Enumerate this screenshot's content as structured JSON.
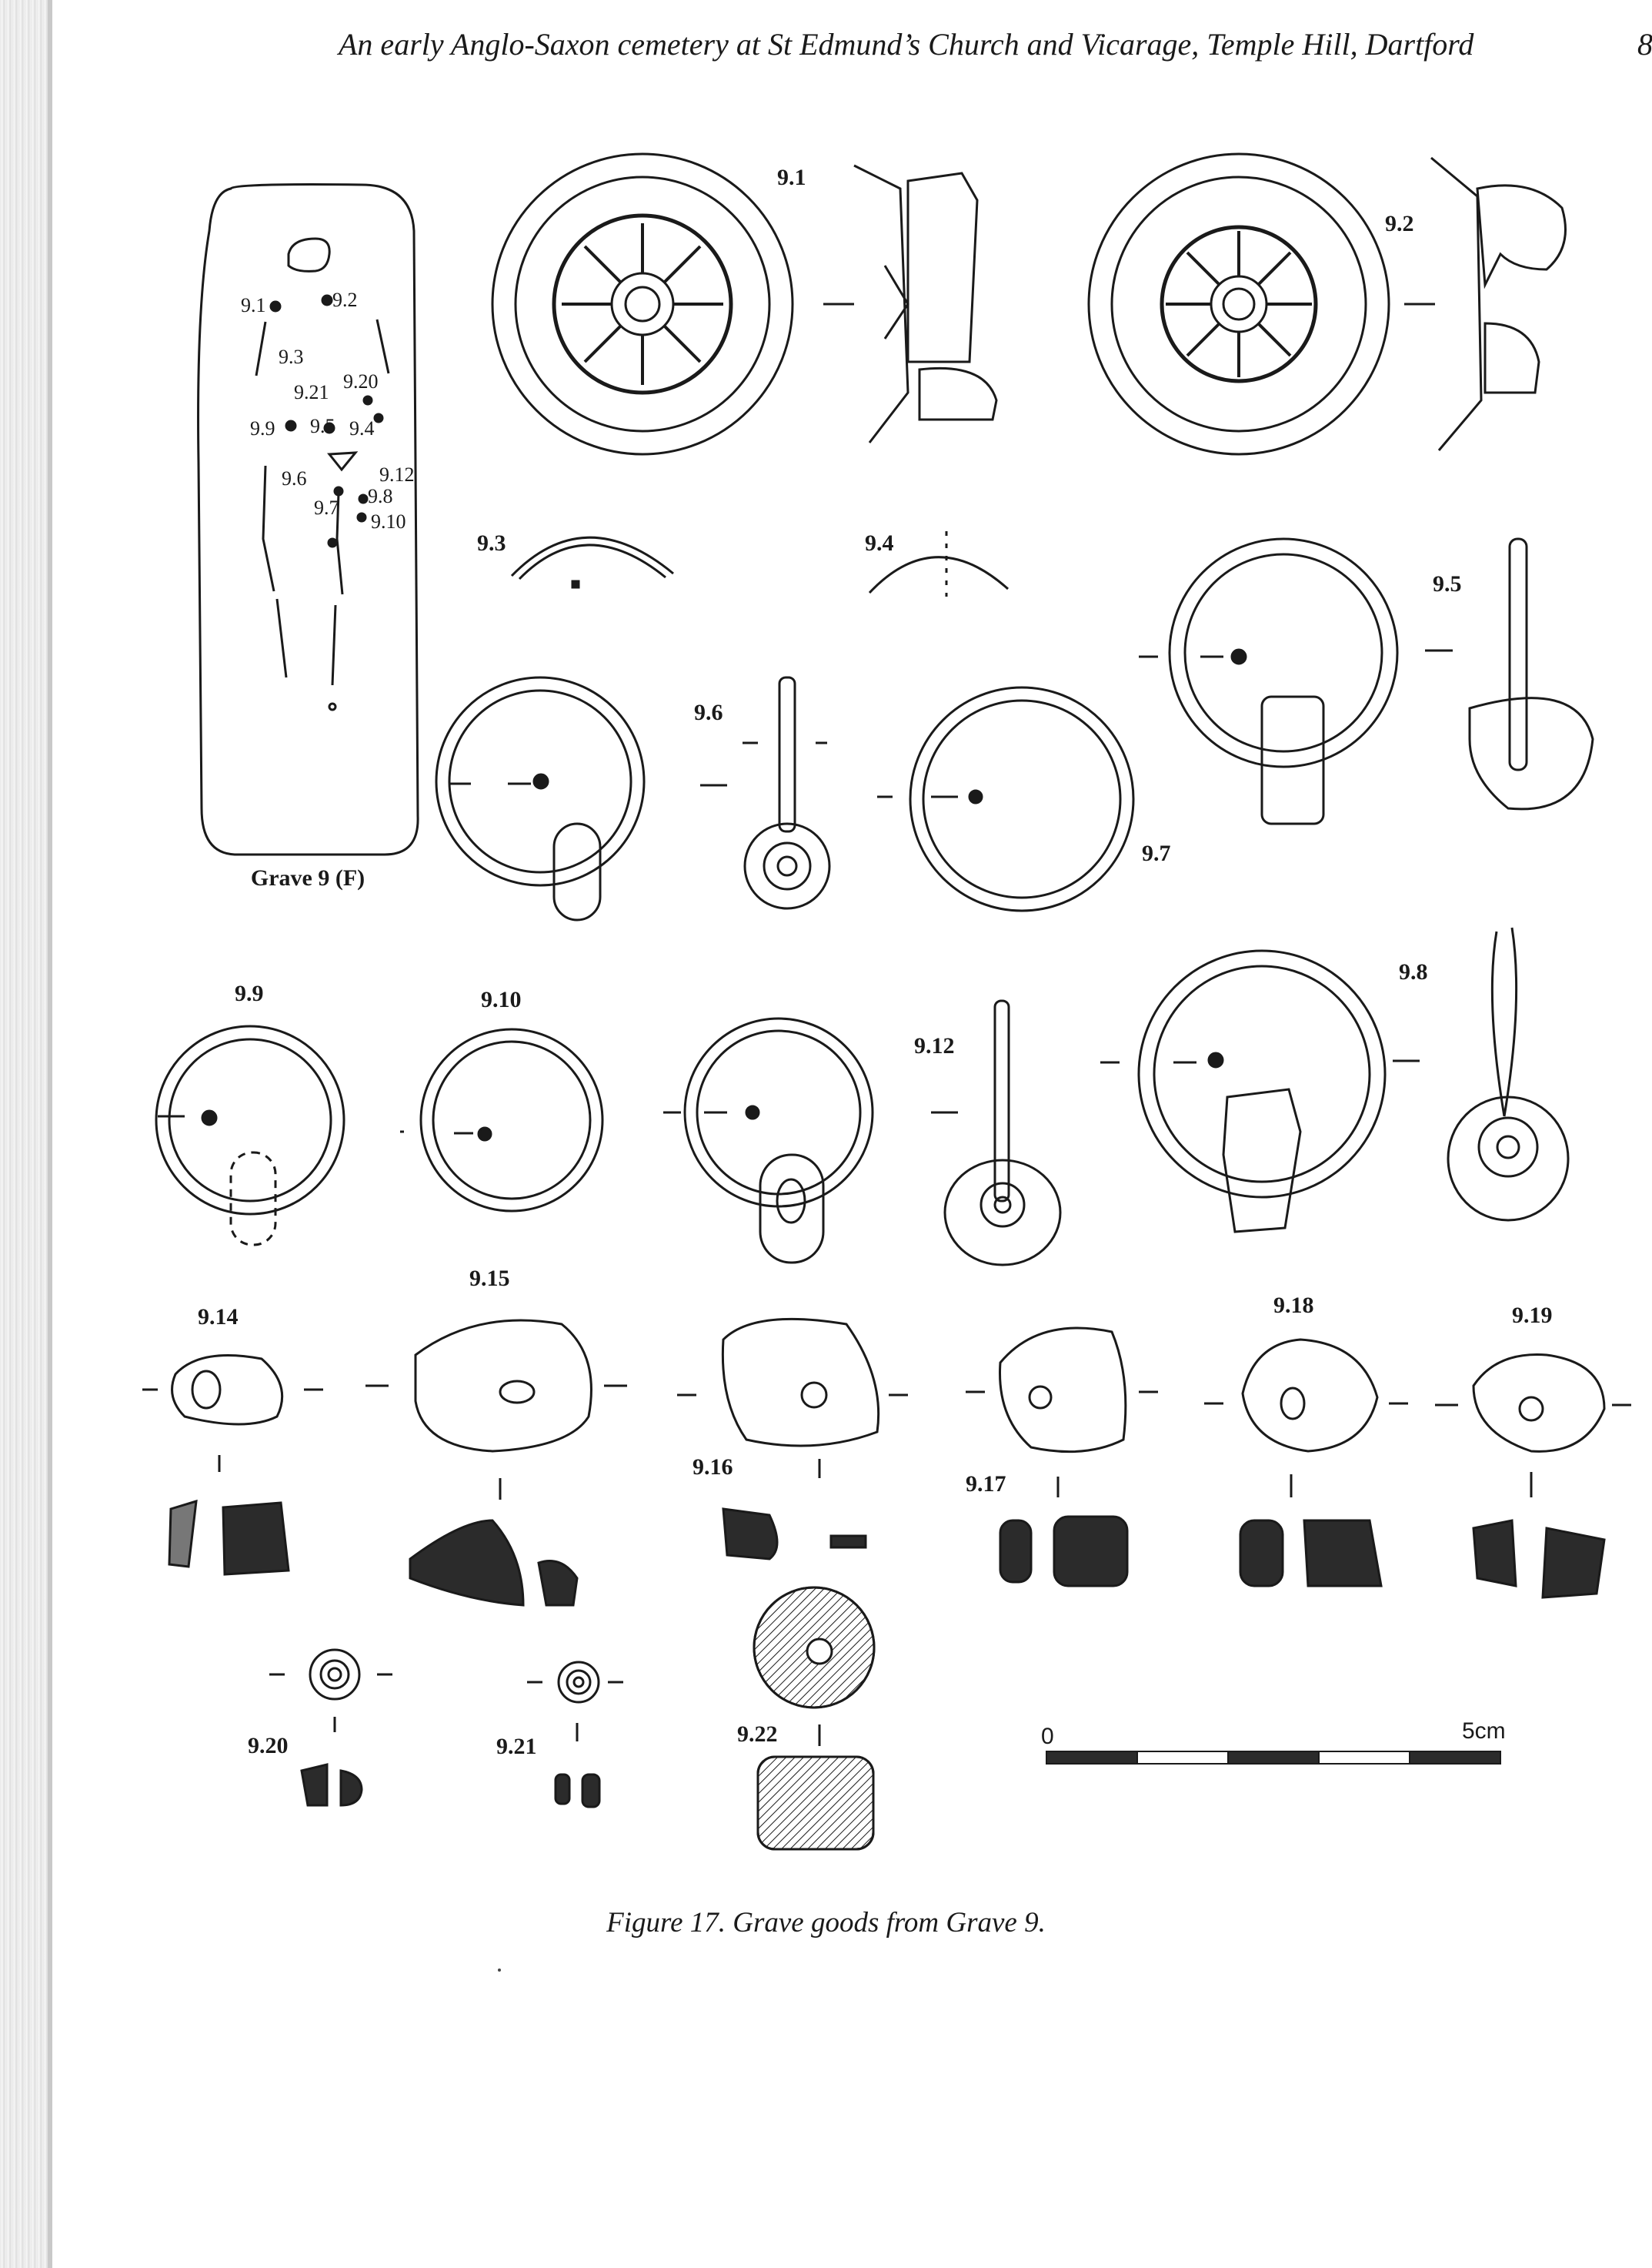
{
  "header": {
    "running_title": "An early Anglo-Saxon cemetery at St Edmund’s Church and Vicarage, Temple Hill, Dartford",
    "page_number": "8"
  },
  "caption": "Figure 17. Grave goods from Grave 9.",
  "grave_plan": {
    "title": "Grave 9 (F)",
    "labels": [
      "9.1",
      "9.2",
      "9.3",
      "9.20",
      "9.21",
      "9.9",
      "9.5",
      "9.4",
      "9.6",
      "9.12",
      "9.8",
      "9.7",
      "9.10"
    ]
  },
  "objects": {
    "o91": "9.1",
    "o92": "9.2",
    "o93": "9.3",
    "o94": "9.4",
    "o95": "9.5",
    "o96": "9.6",
    "o97": "9.7",
    "o98": "9.8",
    "o99": "9.9",
    "o910": "9.10",
    "o912": "9.12",
    "o914": "9.14",
    "o915": "9.15",
    "o916": "9.16",
    "o917": "9.17",
    "o918": "9.18",
    "o919": "9.19",
    "o920": "9.20",
    "o921": "9.21",
    "o922": "9.22"
  },
  "scale_bar": {
    "start": "0",
    "end": "5cm"
  },
  "colors": {
    "ink": "#1a1a1a",
    "bead_fill": "#2b2b2b"
  }
}
